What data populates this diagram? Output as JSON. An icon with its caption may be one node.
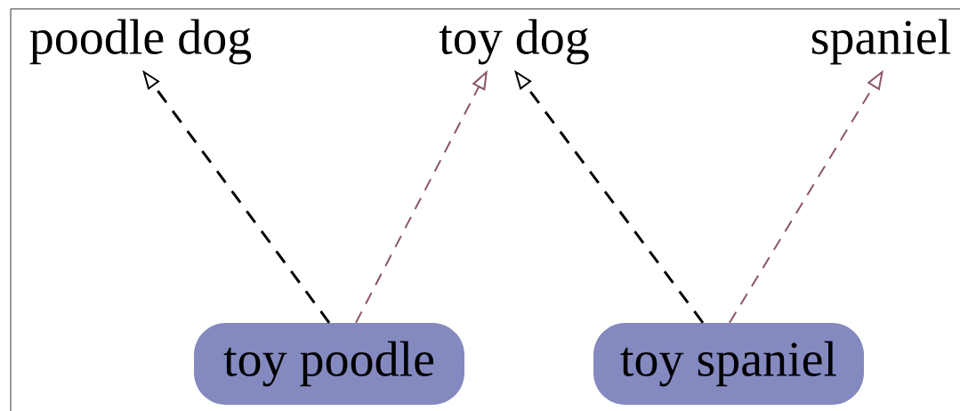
{
  "diagram": {
    "nodes": [
      {
        "text": [
          "poodle dog"
        ]
      },
      {
        "text": [
          "toy dog"
        ]
      },
      {
        "text": [
          "spaniel"
        ]
      },
      {
        "text": [
          "toy poodle"
        ]
      },
      {
        "text": [
          "toy spaniel"
        ]
      }
    ],
    "edges": [
      {
        "from": 3,
        "to": 0,
        "arrow": "to",
        "style": "dashed"
      },
      {
        "from": 3,
        "to": 1,
        "arrow": "to",
        "style": "dashed",
        "color": "#8b5566"
      },
      {
        "from": 4,
        "to": 1,
        "arrow": "to",
        "style": "dashed"
      },
      {
        "from": 4,
        "to": 2,
        "arrow": "to",
        "style": "dashed",
        "color": "#8b5566"
      }
    ]
  }
}
